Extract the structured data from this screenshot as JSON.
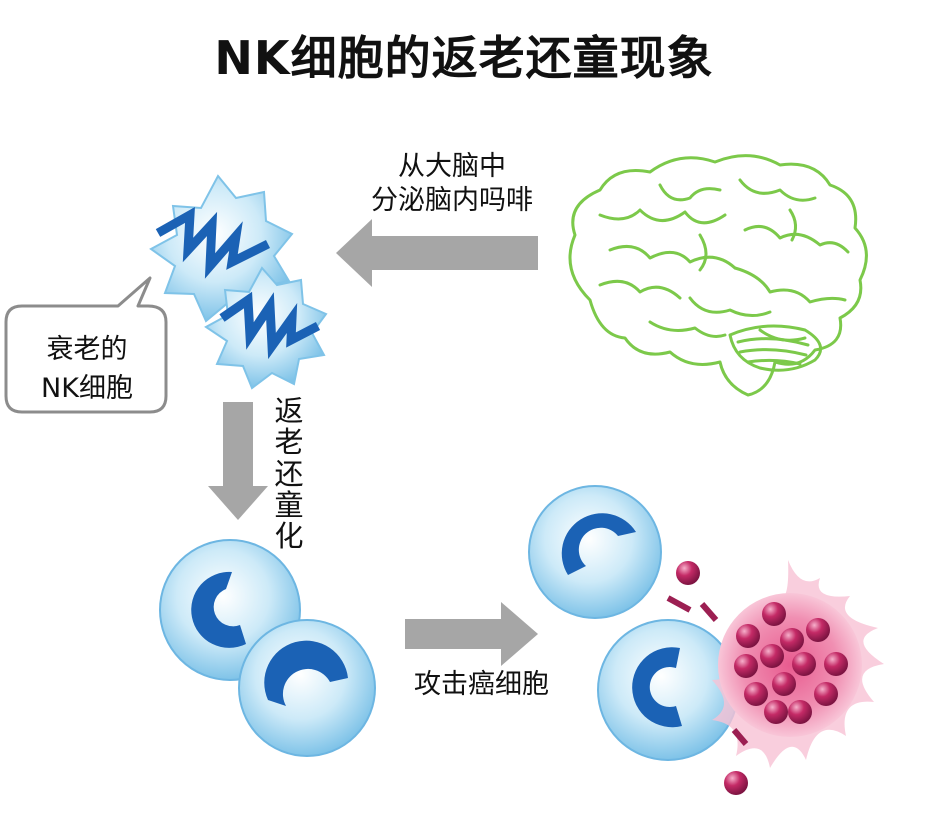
{
  "title": "NK细胞的返老还童现象",
  "labels": {
    "from_brain_line1": "从大脑中",
    "from_brain_line2": "分泌脑内吗啡",
    "rejuvenation": "返老还童化",
    "attack": "攻击癌细胞",
    "bubble_line1": "衰老的",
    "bubble_line2": "NK细胞"
  },
  "icons": {
    "brain": "brain-outline-icon",
    "aged_cell": "spiky-nk-cell-icon",
    "young_cell": "round-nk-cell-icon",
    "cancer_cell": "cancer-cell-icon"
  },
  "colors": {
    "arrow": "#a6a6a6",
    "brain": "#7cc94a",
    "cell_fill": "#a9daf3",
    "nucleus": "#1b62b5",
    "cancer": "#d9296c",
    "particle": "#9c1f52"
  }
}
